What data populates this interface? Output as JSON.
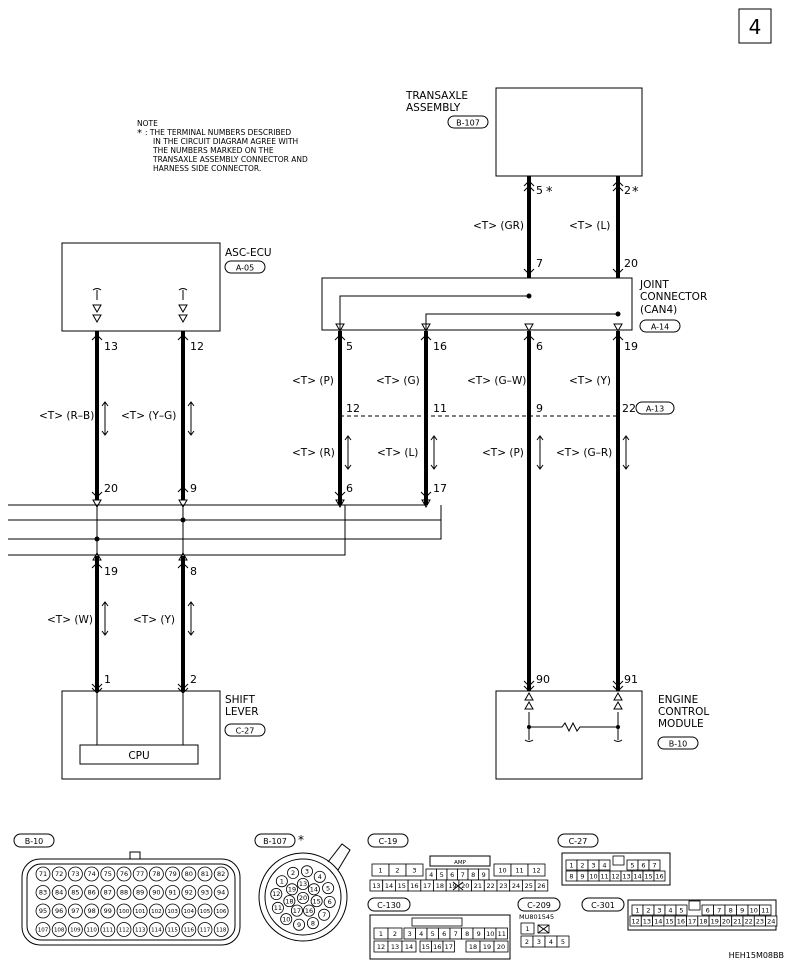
{
  "page_number": "4",
  "note": {
    "title": "NOTE",
    "star": "*",
    "lines": [
      ": THE TERMINAL NUMBERS DESCRIBED",
      "IN THE CIRCUIT DIAGRAM AGREE WITH",
      "THE NUMBERS MARKED ON THE",
      "TRANSAXLE ASSEMBLY CONNECTOR AND",
      "HARNESS SIDE CONNECTOR."
    ]
  },
  "components": {
    "transaxle": {
      "line1": "TRANSAXLE",
      "line2": "ASSEMBLY",
      "code": "B-107"
    },
    "asc_ecu": {
      "name": "ASC-ECU",
      "code": "A-05"
    },
    "joint_connector": {
      "line1": "JOINT",
      "line2": "CONNECTOR",
      "line3": "(CAN4)",
      "code": "A-14"
    },
    "shift_lever": {
      "line1": "SHIFT",
      "line2": "LEVER",
      "code": "C-27",
      "cpu": "CPU"
    },
    "ecm": {
      "line1": "ENGINE",
      "line2": "CONTROL",
      "line3": "MODULE",
      "code": "B-10"
    },
    "inline_a13": "A-13"
  },
  "pins": {
    "t5": "5",
    "t2": "2",
    "t_star": "*",
    "j7": "7",
    "j20": "20",
    "j5": "5",
    "j16": "16",
    "j6": "6",
    "j19": "19",
    "a13": "13",
    "a12": "12",
    "c20": "20",
    "c9": "9",
    "c6": "6",
    "c17": "17",
    "c19": "19",
    "c8": "8",
    "s1": "1",
    "s2": "2",
    "i12": "12",
    "i11": "11",
    "i9": "9",
    "i22": "22",
    "e90": "90",
    "e91": "91"
  },
  "wire_colors": {
    "gr": "<T> (GR)",
    "l_top": "<T> (L)",
    "rb": "<T> (R–B)",
    "yg": "<T> (Y–G)",
    "p_a": "<T> (P)",
    "g": "<T> (G)",
    "gw": "<T> (G–W)",
    "y_a": "<T> (Y)",
    "r": "<T> (R)",
    "l_b": "<T> (L)",
    "p_b": "<T> (P)",
    "gr2": "<T> (G–R)",
    "w": "<T> (W)",
    "y_b": "<T> (Y)"
  },
  "connectors": {
    "b10": {
      "code": "B-10",
      "rows": [
        [
          "71",
          "72",
          "73",
          "74",
          "75",
          "76",
          "77",
          "78",
          "79",
          "80",
          "81",
          "82"
        ],
        [
          "83",
          "84",
          "85",
          "86",
          "87",
          "88",
          "89",
          "90",
          "91",
          "92",
          "93",
          "94"
        ],
        [
          "95",
          "96",
          "97",
          "98",
          "99",
          "100",
          "101",
          "102",
          "103",
          "104",
          "105",
          "106"
        ],
        [
          "107",
          "108",
          "109",
          "110",
          "111",
          "112",
          "113",
          "114",
          "115",
          "116",
          "117",
          "118"
        ]
      ]
    },
    "b107": {
      "code": "B-107",
      "star": "*",
      "pins": [
        "1",
        "2",
        "3",
        "4",
        "5",
        "6",
        "7",
        "8",
        "9",
        "10",
        "11",
        "12",
        "13",
        "14",
        "15",
        "16",
        "17",
        "18",
        "19",
        "20"
      ]
    },
    "c19": {
      "code": "C-19",
      "amp": "AMP",
      "row1": [
        "1",
        "2",
        "3",
        "4",
        "5",
        "6",
        "7",
        "8",
        "9",
        "10",
        "11",
        "12"
      ],
      "row2": [
        "13",
        "14",
        "15",
        "16",
        "17",
        "18",
        "19",
        "20",
        "21",
        "22",
        "23",
        "24",
        "25",
        "26"
      ]
    },
    "c27": {
      "code": "C-27",
      "row1": [
        "1",
        "2",
        "3",
        "4",
        "5",
        "6",
        "7"
      ],
      "row2": [
        "8",
        "9",
        "10",
        "11",
        "12",
        "13",
        "14",
        "15",
        "16"
      ]
    },
    "c130": {
      "code": "C-130",
      "row1": [
        "1",
        "2",
        "3",
        "4",
        "5",
        "6",
        "7",
        "8",
        "9",
        "10",
        "11"
      ],
      "row2": [
        "12",
        "13",
        "14",
        "15",
        "16",
        "17",
        "18",
        "19",
        "20"
      ]
    },
    "c209": {
      "code": "C-209",
      "part": "MU801545",
      "row1": [
        "1"
      ],
      "row2": [
        "2",
        "3",
        "4",
        "5"
      ]
    },
    "c301": {
      "code": "C-301",
      "row1": [
        "1",
        "2",
        "3",
        "4",
        "5",
        "6",
        "7",
        "8",
        "9",
        "10",
        "11"
      ],
      "row2": [
        "12",
        "13",
        "14",
        "15",
        "16",
        "17",
        "18",
        "19",
        "20",
        "21",
        "22",
        "23",
        "24"
      ]
    }
  },
  "figure_id": "HEH15M08BB"
}
